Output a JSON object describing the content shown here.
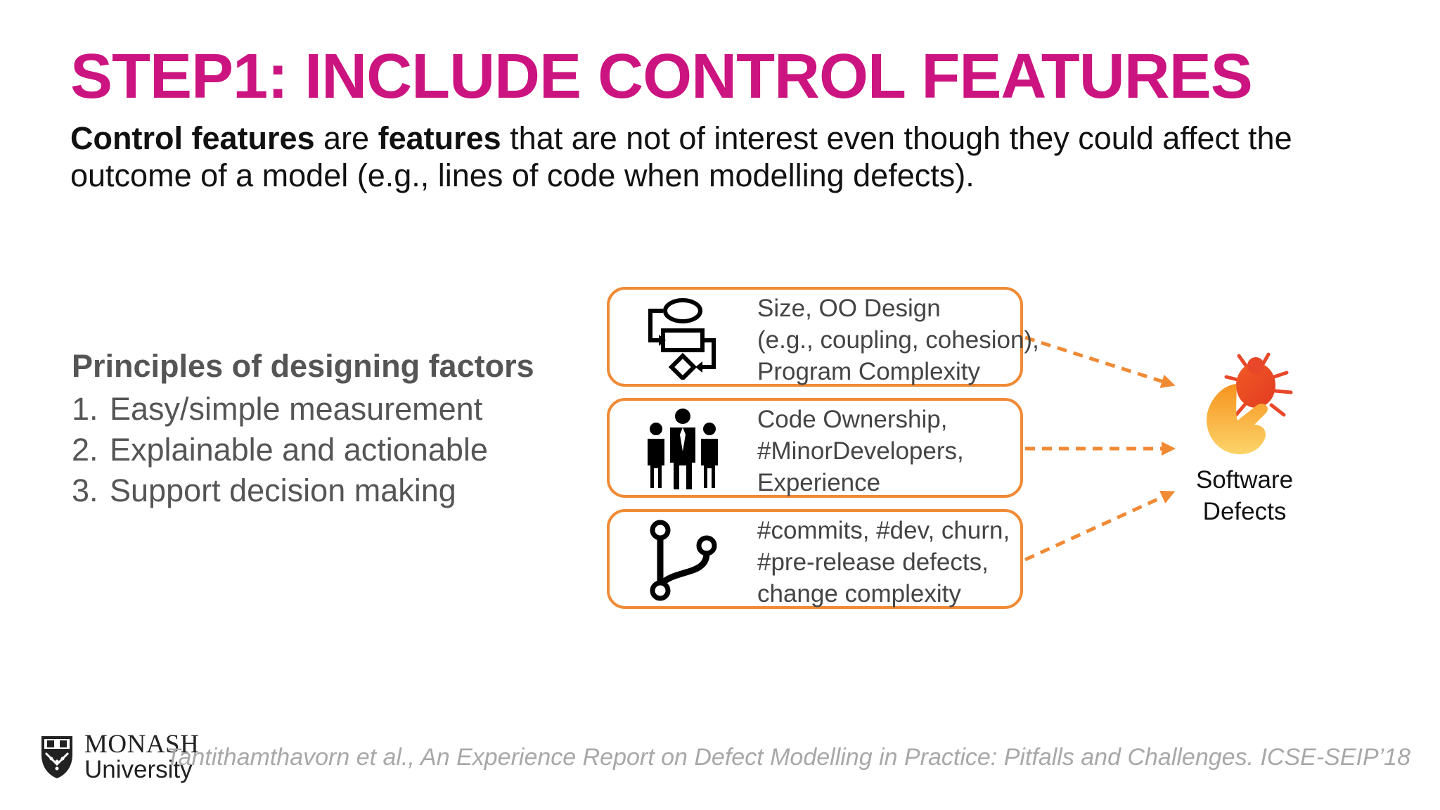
{
  "title": "STEP1: INCLUDE CONTROL FEATURES",
  "subtitle": {
    "term1": "Control features",
    "connector": " are ",
    "term2": "features",
    "rest": " that are not of interest even though they could affect the outcome of a model (e.g., lines of code when modelling defects)."
  },
  "principles": {
    "heading": "Principles of designing factors",
    "items": [
      {
        "num": "1.",
        "text": "Easy/simple measurement"
      },
      {
        "num": "2.",
        "text": "Explainable and actionable"
      },
      {
        "num": "3.",
        "text": "Support decision making"
      }
    ]
  },
  "feature_boxes": [
    {
      "icon": "flowchart-icon",
      "lines": [
        "Size, OO Design",
        "(e.g., coupling, cohesion),",
        "Program Complexity"
      ]
    },
    {
      "icon": "people-icon",
      "lines": [
        "Code Ownership,",
        "#MinorDevelopers,",
        "Experience"
      ]
    },
    {
      "icon": "git-branch-icon",
      "lines": [
        "#commits, #dev, churn,",
        "#pre-release defects,",
        "change complexity"
      ]
    }
  ],
  "target": {
    "icon": "bug-hand-icon",
    "lines": [
      "Software",
      "Defects"
    ]
  },
  "logo": {
    "line1": "MONASH",
    "line2": "University"
  },
  "citation": "Tantithamthavorn et al., An Experience Report on Defect Modelling in Practice: Pitfalls and Challenges. ICSE-SEIP’18",
  "colors": {
    "title": "#cc1480",
    "box_border": "#f08a35",
    "arrow": "#f08a35",
    "citation": "#a8a8a8"
  }
}
